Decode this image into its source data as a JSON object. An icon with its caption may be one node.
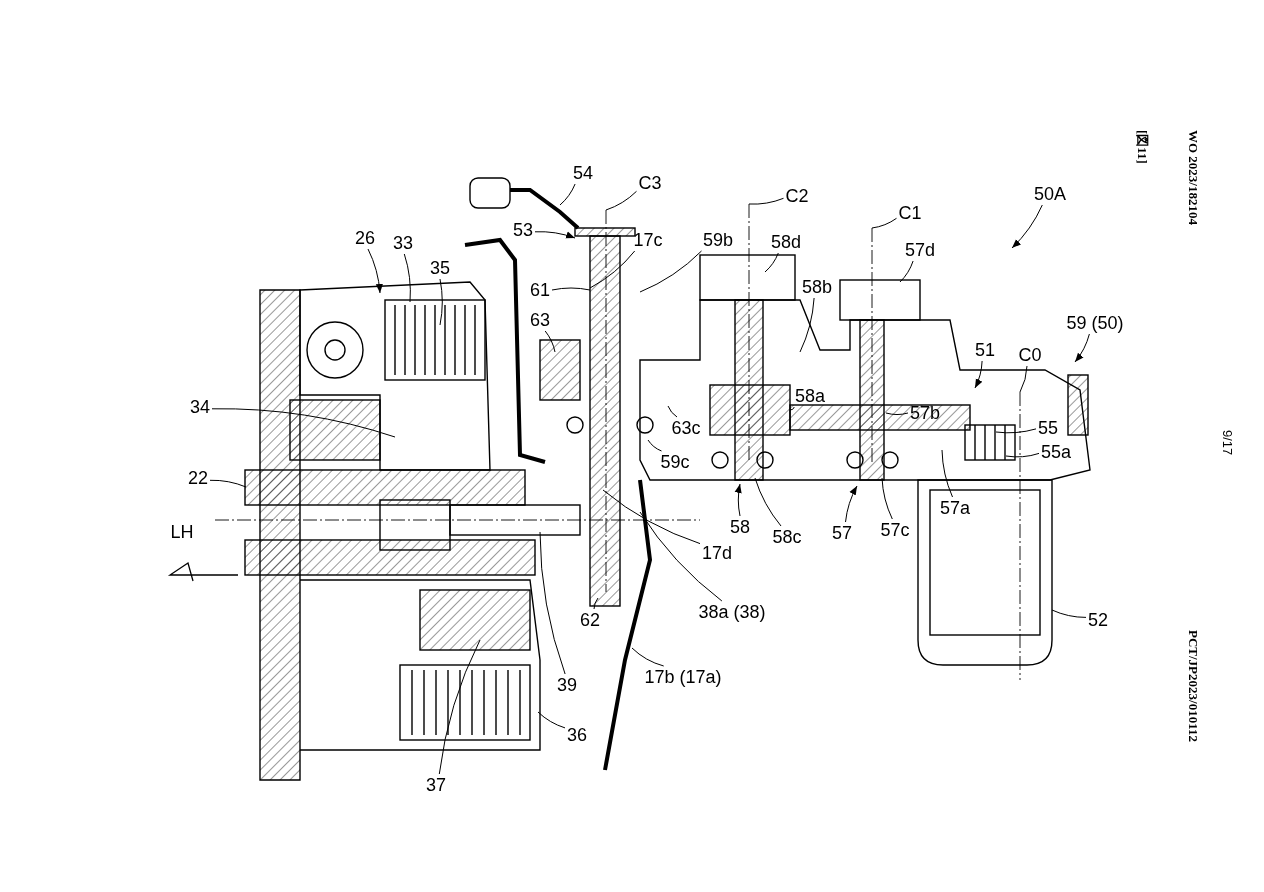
{
  "diagram": {
    "nodes": [
      {
        "text": [
          "54"
        ]
      },
      {
        "text": [
          "C3"
        ]
      },
      {
        "text": [
          "C2"
        ]
      },
      {
        "text": [
          "C1"
        ]
      },
      {
        "text": [
          "50A"
        ]
      },
      {
        "text": [
          "53"
        ]
      },
      {
        "text": [
          "17c"
        ]
      },
      {
        "text": [
          "59b"
        ]
      },
      {
        "text": [
          "58d"
        ]
      },
      {
        "text": [
          "61"
        ]
      },
      {
        "text": [
          "26"
        ]
      },
      {
        "text": [
          "33"
        ]
      },
      {
        "text": [
          "35"
        ]
      },
      {
        "text": [
          "63"
        ]
      },
      {
        "text": [
          "58b"
        ]
      },
      {
        "text": [
          "57d"
        ]
      },
      {
        "text": [
          "59 (50)"
        ]
      },
      {
        "text": [
          "51"
        ]
      },
      {
        "text": [
          "C0"
        ]
      },
      {
        "text": [
          "34"
        ]
      },
      {
        "text": [
          "58a"
        ]
      },
      {
        "text": [
          "57b"
        ]
      },
      {
        "text": [
          "63c"
        ]
      },
      {
        "text": [
          "55"
        ]
      },
      {
        "text": [
          "55a"
        ]
      },
      {
        "text": [
          "22"
        ]
      },
      {
        "text": [
          "59c"
        ]
      },
      {
        "text": [
          "58"
        ]
      },
      {
        "text": [
          "58c"
        ]
      },
      {
        "text": [
          "57"
        ]
      },
      {
        "text": [
          "57c"
        ]
      },
      {
        "text": [
          "57a"
        ]
      },
      {
        "text": [
          "17d"
        ]
      },
      {
        "text": [
          "62"
        ]
      },
      {
        "text": [
          "38a (38)"
        ]
      },
      {
        "text": [
          "52"
        ]
      },
      {
        "text": [
          "39"
        ]
      },
      {
        "text": [
          "17b (17a)"
        ]
      },
      {
        "text": [
          "36"
        ]
      },
      {
        "text": [
          "37"
        ]
      }
    ],
    "edges": [
      {
        "from": 0,
        "to": null,
        "arrow": "none"
      },
      {
        "from": 1,
        "to": null,
        "arrow": "none"
      },
      {
        "from": 2,
        "to": null,
        "arrow": "none"
      },
      {
        "from": 3,
        "to": null,
        "arrow": "none"
      },
      {
        "from": 4,
        "to": null,
        "arrow": "to"
      },
      {
        "from": 5,
        "to": null,
        "arrow": "to"
      },
      {
        "from": 6,
        "to": null,
        "arrow": "none"
      },
      {
        "from": 7,
        "to": null,
        "arrow": "none"
      },
      {
        "from": 8,
        "to": null,
        "arrow": "none"
      },
      {
        "from": 9,
        "to": null,
        "arrow": "none"
      },
      {
        "from": 10,
        "to": null,
        "arrow": "to"
      },
      {
        "from": 11,
        "to": null,
        "arrow": "none"
      },
      {
        "from": 12,
        "to": null,
        "arrow": "none"
      },
      {
        "from": 13,
        "to": null,
        "arrow": "none"
      },
      {
        "from": 14,
        "to": null,
        "arrow": "none"
      },
      {
        "from": 15,
        "to": null,
        "arrow": "none"
      },
      {
        "from": 16,
        "to": null,
        "arrow": "to"
      },
      {
        "from": 17,
        "to": null,
        "arrow": "to"
      },
      {
        "from": 18,
        "to": null,
        "arrow": "none"
      },
      {
        "from": 19,
        "to": null,
        "arrow": "none"
      },
      {
        "from": 20,
        "to": null,
        "arrow": "none"
      },
      {
        "from": 21,
        "to": null,
        "arrow": "none"
      },
      {
        "from": 22,
        "to": null,
        "arrow": "none"
      },
      {
        "from": 23,
        "to": null,
        "arrow": "none"
      },
      {
        "from": 24,
        "to": null,
        "arrow": "none"
      },
      {
        "from": 25,
        "to": null,
        "arrow": "none"
      },
      {
        "from": 26,
        "to": null,
        "arrow": "none"
      },
      {
        "from": 27,
        "to": null,
        "arrow": "to"
      },
      {
        "from": 28,
        "to": null,
        "arrow": "none"
      },
      {
        "from": 29,
        "to": null,
        "arrow": "to"
      },
      {
        "from": 30,
        "to": null,
        "arrow": "none"
      },
      {
        "from": 31,
        "to": null,
        "arrow": "none"
      },
      {
        "from": 32,
        "to": null,
        "arrow": "none"
      },
      {
        "from": 33,
        "to": null,
        "arrow": "none"
      },
      {
        "from": 34,
        "to": null,
        "arrow": "none"
      },
      {
        "from": 35,
        "to": null,
        "arrow": "none"
      },
      {
        "from": 36,
        "to": null,
        "arrow": "none"
      },
      {
        "from": 37,
        "to": null,
        "arrow": "none"
      },
      {
        "from": 38,
        "to": null,
        "arrow": "none"
      },
      {
        "from": 39,
        "to": null,
        "arrow": "none"
      }
    ],
    "labels": [
      "[図11]",
      "WO 2023/182104",
      "9/17",
      "PCT/JP2023/010112",
      "LH"
    ]
  }
}
